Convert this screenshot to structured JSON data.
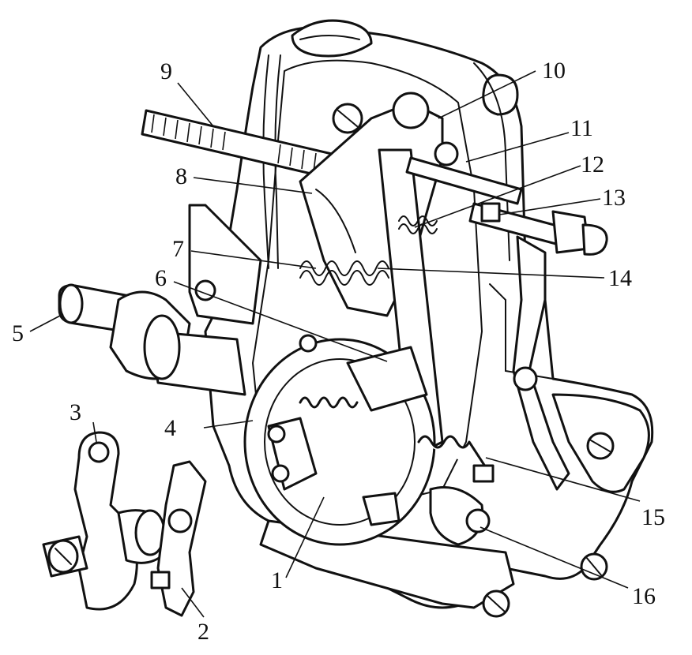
{
  "callouts": [
    {
      "id": "c1",
      "text": "1"
    },
    {
      "id": "c2",
      "text": "2"
    },
    {
      "id": "c3",
      "text": "3"
    },
    {
      "id": "c4",
      "text": "4"
    },
    {
      "id": "c5",
      "text": "5"
    },
    {
      "id": "c6",
      "text": "6"
    },
    {
      "id": "c7",
      "text": "7"
    },
    {
      "id": "c8",
      "text": "8"
    },
    {
      "id": "c9",
      "text": "9"
    },
    {
      "id": "c10",
      "text": "10"
    },
    {
      "id": "c11",
      "text": "11"
    },
    {
      "id": "c12",
      "text": "12"
    },
    {
      "id": "c13",
      "text": "13"
    },
    {
      "id": "c14",
      "text": "14"
    },
    {
      "id": "c15",
      "text": "15"
    },
    {
      "id": "c16",
      "text": "16"
    }
  ]
}
